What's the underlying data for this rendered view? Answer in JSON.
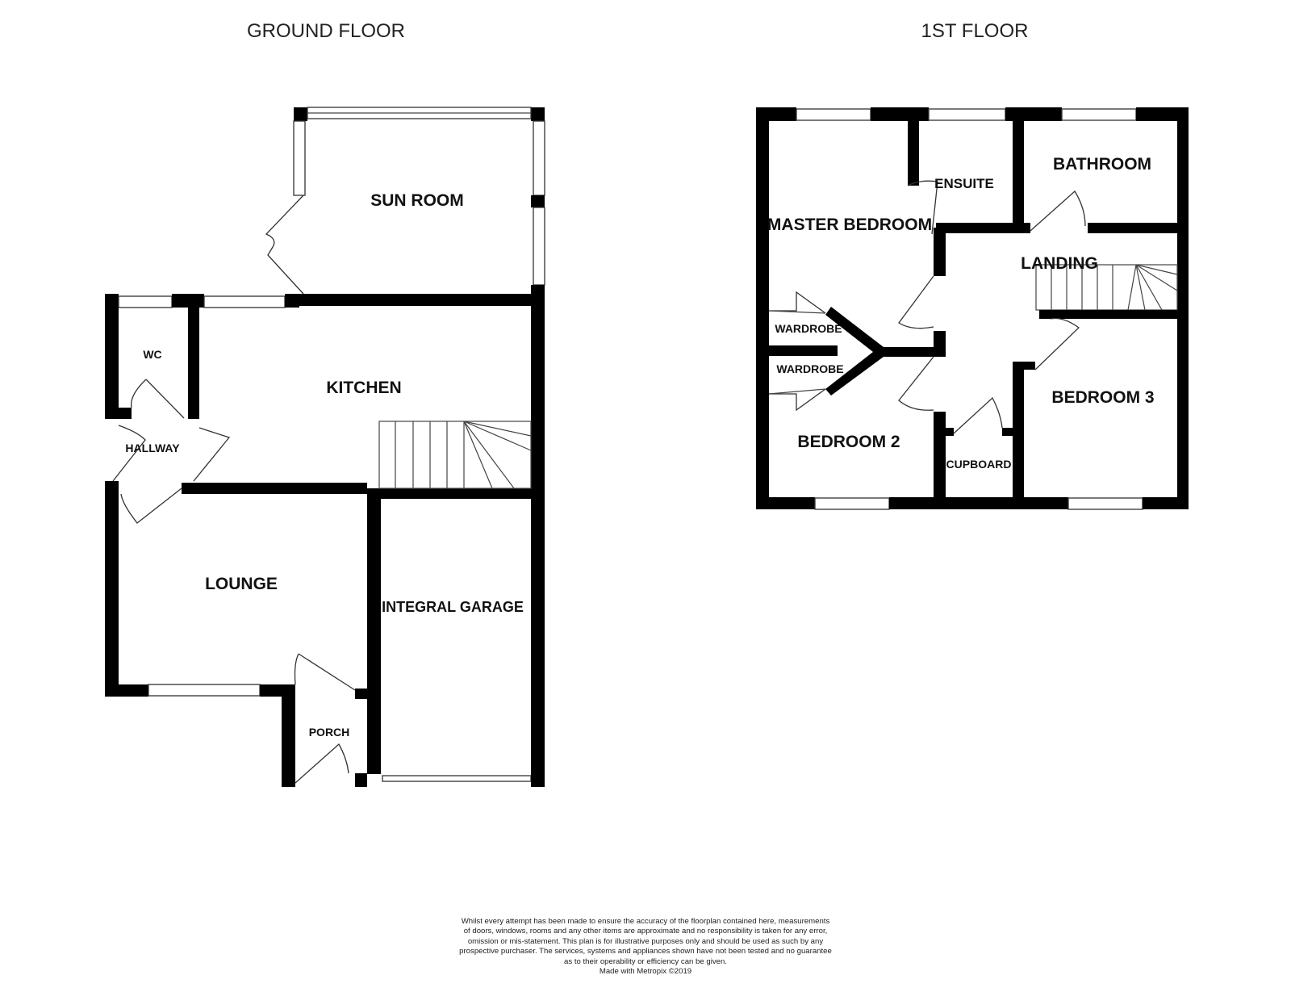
{
  "floors": {
    "ground": {
      "title": "GROUND FLOOR",
      "rooms": {
        "sun_room": "SUN ROOM",
        "wc": "WC",
        "kitchen": "KITCHEN",
        "hallway": "HALLWAY",
        "lounge": "LOUNGE",
        "integral_garage": "INTEGRAL GARAGE",
        "porch": "PORCH"
      }
    },
    "first": {
      "title": "1ST FLOOR",
      "rooms": {
        "master_bedroom": "MASTER BEDROOM",
        "ensuite": "ENSUITE",
        "bathroom": "BATHROOM",
        "landing": "LANDING",
        "wardrobe_1": "WARDROBE",
        "wardrobe_2": "WARDROBE",
        "bedroom_2": "BEDROOM 2",
        "cupboard": "CUPBOARD",
        "bedroom_3": "BEDROOM 3"
      }
    }
  },
  "disclaimer": {
    "lines": [
      "Whilst every attempt has been made to ensure the accuracy of the floorplan contained here, measurements",
      "of doors, windows, rooms and any other items are approximate and no responsibility is taken for any error,",
      "omission or mis-statement. This plan is for illustrative purposes only and should be used as such by any",
      "prospective purchaser. The services, systems and appliances shown have not been tested and no guarantee",
      "as to their operability or efficiency can be given."
    ],
    "credit": "Made with Metropix ©2019"
  }
}
